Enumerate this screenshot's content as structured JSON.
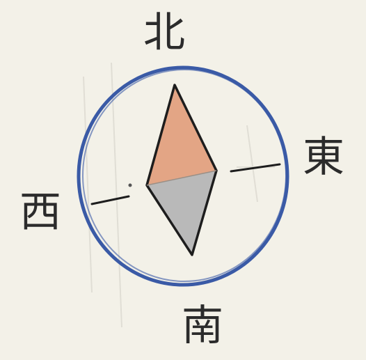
{
  "compass": {
    "labels": {
      "north": "北",
      "east": "東",
      "south": "南",
      "west": "西"
    },
    "colors": {
      "paper": "#f3f1e8",
      "ring": "#3a5aa6",
      "needle_north": "#e3a585",
      "needle_south": "#b9b9b9",
      "ink": "#1d1d1d"
    }
  }
}
